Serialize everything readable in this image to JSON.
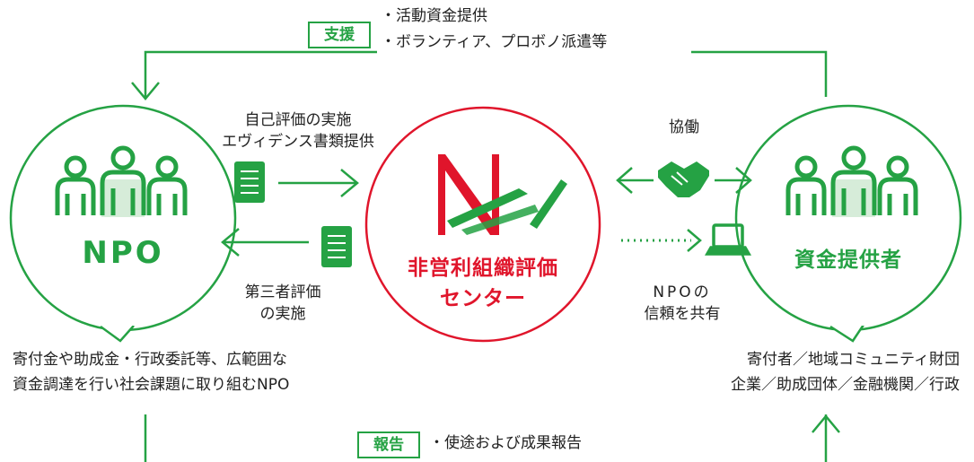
{
  "support": {
    "tag": "支援",
    "items": [
      "・活動資金提供",
      "・ボランティア、プロボノ派遣等"
    ]
  },
  "report": {
    "tag": "報告",
    "items": [
      "・使途および成果報告"
    ]
  },
  "npo": {
    "label": "NPO",
    "caption": [
      "寄付金や助成金・行政委託等、広範囲な",
      "資金調達を行い社会課題に取り組むNPO"
    ]
  },
  "center": {
    "label": [
      "非営利組織評価",
      "センター"
    ]
  },
  "funder": {
    "label": "資金提供者",
    "caption": [
      "寄付者／地域コミュニティ財団",
      "企業／助成団体／金融機関／行政"
    ]
  },
  "flows": {
    "npo_to_center": [
      "自己評価の実施",
      "エヴィデンス書類提供"
    ],
    "center_to_npo": [
      "第三者評価",
      "の実施"
    ],
    "collaboration": "協働",
    "trust": [
      "NPOの",
      "信頼を共有"
    ]
  },
  "colors": {
    "green": "#25a244",
    "red": "#e0152b",
    "light_green": "#d6ecd9"
  }
}
